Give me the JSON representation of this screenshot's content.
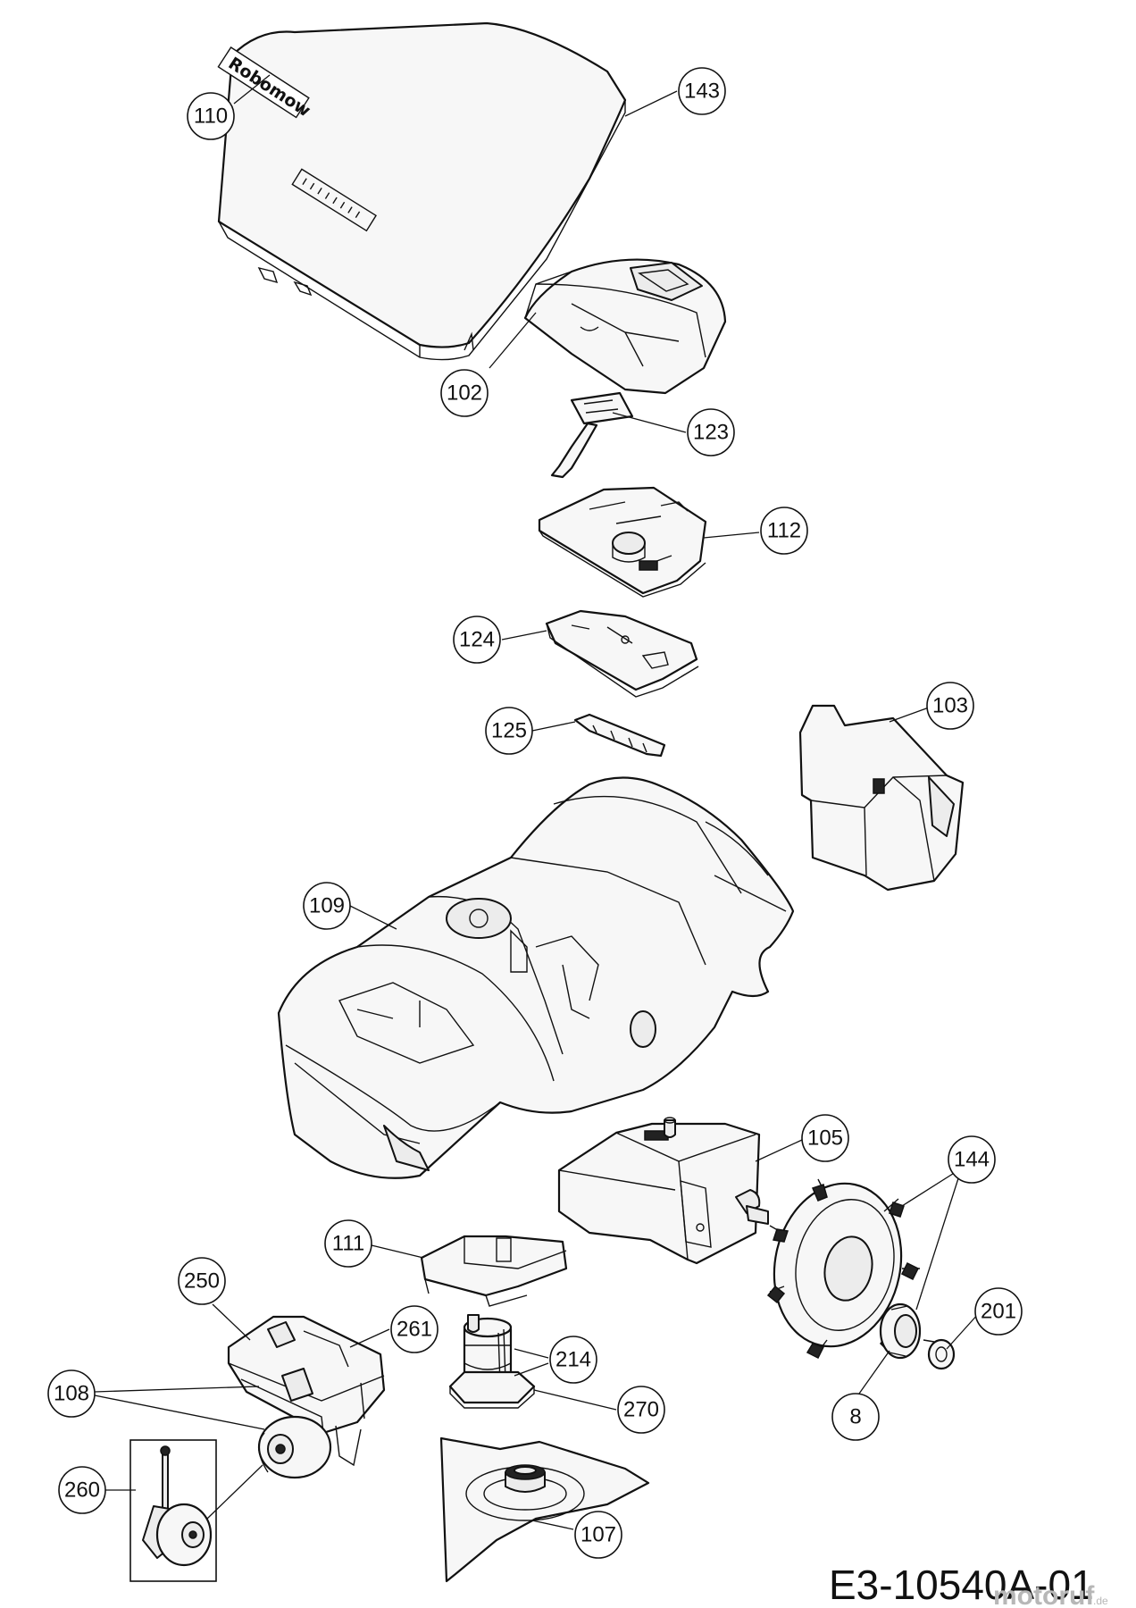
{
  "diagram": {
    "document_code": "E3-10540A-01",
    "brand_text": "Robomow",
    "watermark": "motoruf",
    "watermark_suffix": ".de",
    "callouts": [
      {
        "id": "110",
        "label": "110"
      },
      {
        "id": "143",
        "label": "143"
      },
      {
        "id": "102",
        "label": "102"
      },
      {
        "id": "123",
        "label": "123"
      },
      {
        "id": "112",
        "label": "112"
      },
      {
        "id": "124",
        "label": "124"
      },
      {
        "id": "103",
        "label": "103"
      },
      {
        "id": "125",
        "label": "125"
      },
      {
        "id": "109",
        "label": "109"
      },
      {
        "id": "105",
        "label": "105"
      },
      {
        "id": "144",
        "label": "144"
      },
      {
        "id": "111",
        "label": "111"
      },
      {
        "id": "250",
        "label": "250"
      },
      {
        "id": "201",
        "label": "201"
      },
      {
        "id": "261",
        "label": "261"
      },
      {
        "id": "214",
        "label": "214"
      },
      {
        "id": "108",
        "label": "108"
      },
      {
        "id": "8",
        "label": "8"
      },
      {
        "id": "270",
        "label": "270"
      },
      {
        "id": "260",
        "label": "260"
      },
      {
        "id": "107",
        "label": "107"
      }
    ]
  }
}
